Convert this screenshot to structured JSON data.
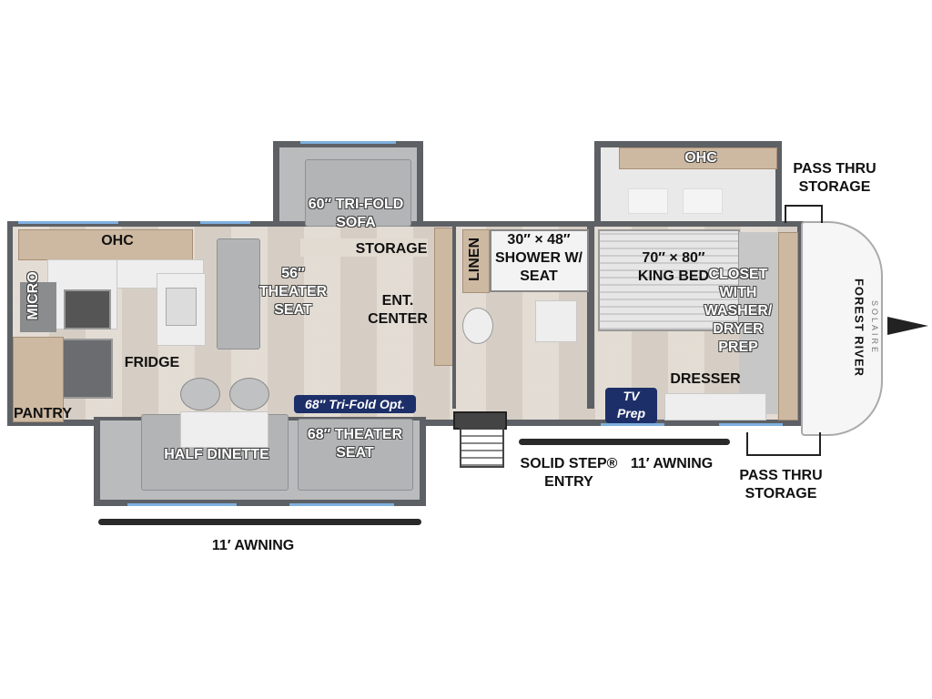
{
  "labels": {
    "kitchen_ohc": "OHC",
    "micro": "MICRO",
    "fridge": "FRIDGE",
    "pantry": "PANTRY",
    "sofa": [
      "60″ TRI-FOLD",
      "SOFA"
    ],
    "storage": "STORAGE",
    "theater_56": [
      "56″",
      "THEATER",
      "SEAT"
    ],
    "ent_center": [
      "ENT.",
      "CENTER"
    ],
    "tri_fold_opt": "68″ Tri-Fold Opt.",
    "half_dinette": "HALF DINETTE",
    "theater_68": [
      "68″ THEATER",
      "SEAT"
    ],
    "linen": "LINEN",
    "shower": [
      "30″ × 48″",
      "SHOWER W/",
      "SEAT"
    ],
    "bed": [
      "70″ × 80″",
      "KING BED"
    ],
    "bedroom_ohc": "OHC",
    "closet": [
      "CLOSET",
      "WITH",
      "WASHER/",
      "DRYER",
      "PREP"
    ],
    "dresser": "DRESSER",
    "tv_prep": [
      "TV",
      "Prep"
    ],
    "pass_thru_top": [
      "PASS THRU",
      "STORAGE"
    ],
    "solid_step": [
      "SOLID STEP®",
      "ENTRY"
    ],
    "awning_right": "11′ AWNING",
    "pass_thru_bottom": [
      "PASS THRU",
      "STORAGE"
    ],
    "awning_bottom": "11′ AWNING"
  },
  "logo": {
    "brand": "FOREST RIVER",
    "model": "SOLAIRE"
  },
  "colors": {
    "wall": "#5d6064",
    "floor": "#ddd5ca",
    "badge": "#1d2f68",
    "window": "#7fb0df"
  }
}
